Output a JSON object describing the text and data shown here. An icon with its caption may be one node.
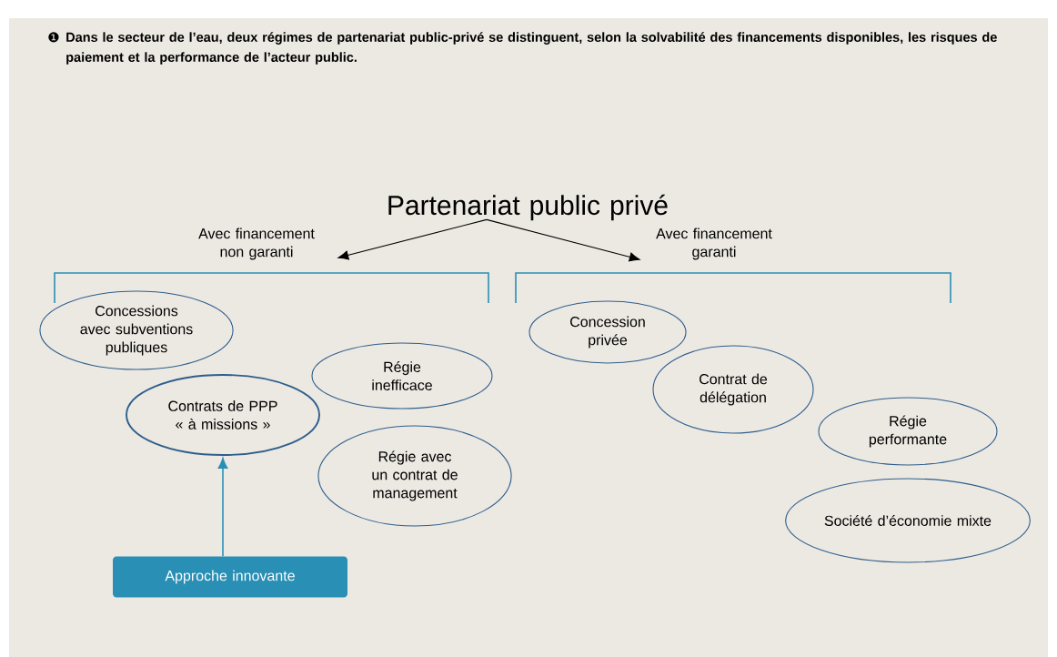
{
  "diagram": {
    "title": "Dans le secteur de l’eau, deux régimes de partenariat public-privé se distinguent, selon la solvabilité des financements disponibles, les risques de paiement et la performance de l’acteur public.",
    "nodes": [
      {
        "text": [
          "Partenariat public privé"
        ]
      },
      {
        "text": [
          "Avec financement non garanti"
        ]
      },
      {
        "text": [
          "Avec financement garanti"
        ]
      },
      {
        "text": [
          "Concessions avec subventions publiques"
        ]
      },
      {
        "text": [
          "Contrats de PPP « à missions »"
        ]
      },
      {
        "text": [
          "Régie inefficace"
        ]
      },
      {
        "text": [
          "Régie avec un contrat de management"
        ]
      },
      {
        "text": [
          "Approche innovante"
        ]
      },
      {
        "text": [
          "Concession privée"
        ]
      },
      {
        "text": [
          "Contrat de délégation"
        ]
      },
      {
        "text": [
          "Régie performante"
        ]
      },
      {
        "text": [
          "Société d’économie mixte"
        ]
      }
    ],
    "edges": [
      {
        "from": 0,
        "to": 1,
        "arrow": "to"
      },
      {
        "from": 0,
        "to": 2,
        "arrow": "to"
      },
      {
        "from": 7,
        "to": 4,
        "arrow": "to",
        "color": "#2a8fb5"
      }
    ],
    "labels": [
      "❶"
    ]
  }
}
